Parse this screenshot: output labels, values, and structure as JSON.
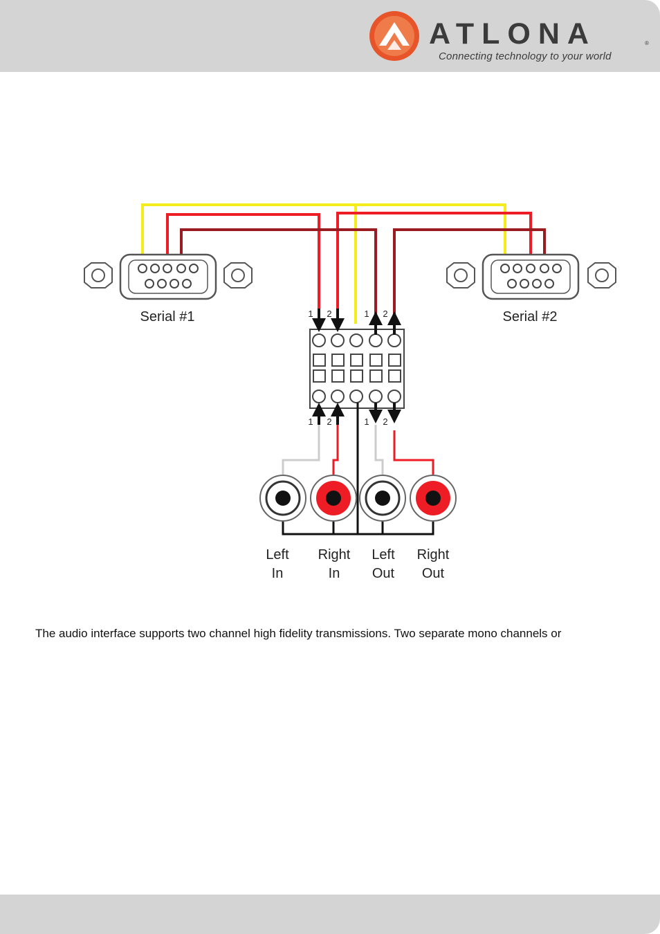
{
  "header": {
    "brand_name": "ATLONA",
    "brand_tagline": "Connecting technology to your world",
    "registered_mark": "®",
    "logo_icon": "atlona-logo-icon",
    "band_color": "#d4d4d4",
    "logo_color": "#e8542a"
  },
  "diagram": {
    "serial1_label": "Serial #1",
    "serial2_label": "Serial #2",
    "pin_labels": {
      "top_in_1": "1",
      "top_in_2": "2",
      "top_out_1": "1",
      "top_out_2": "2",
      "bottom_in_1": "1",
      "bottom_in_2": "2",
      "bottom_out_1": "1",
      "bottom_out_2": "2"
    },
    "rca": [
      {
        "line1": "Left",
        "line2": "In",
        "color": "#ffffff"
      },
      {
        "line1": "Right",
        "line2": "In",
        "color": "#ee1c24"
      },
      {
        "line1": "Left",
        "line2": "Out",
        "color": "#ffffff"
      },
      {
        "line1": "Right",
        "line2": "Out",
        "color": "#ee1c24"
      }
    ],
    "wire_colors": {
      "yellow": "#f4ec1c",
      "red": "#ee1c24",
      "dark_red": "#9a1c20",
      "gray": "#cccccc",
      "black": "#111111"
    }
  },
  "body_text": "The audio interface supports two channel high fidelity transmissions.  Two separate mono channels or",
  "footer": {
    "band_color": "#d4d4d4"
  }
}
